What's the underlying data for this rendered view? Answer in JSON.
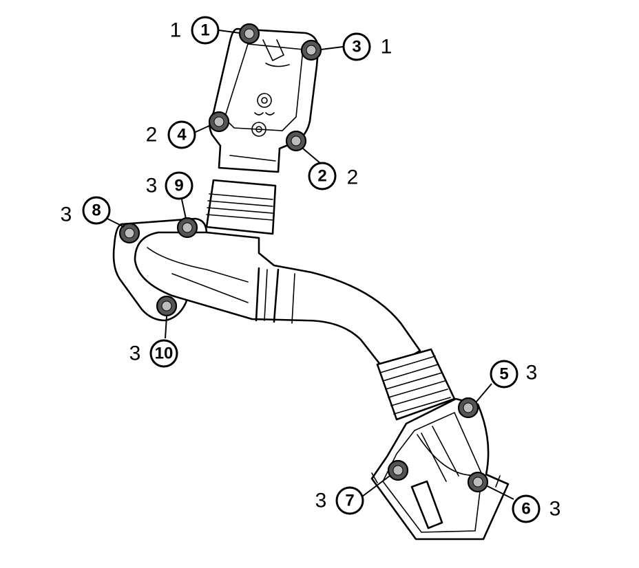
{
  "callouts": [
    {
      "id": "1",
      "label": "1",
      "step": "1"
    },
    {
      "id": "2",
      "label": "2",
      "step": "2"
    },
    {
      "id": "3",
      "label": "3",
      "step": "1"
    },
    {
      "id": "4",
      "label": "4",
      "step": "2"
    },
    {
      "id": "5",
      "label": "5",
      "step": "3"
    },
    {
      "id": "6",
      "label": "6",
      "step": "3"
    },
    {
      "id": "7",
      "label": "7",
      "step": "3"
    },
    {
      "id": "8",
      "label": "8",
      "step": "3"
    },
    {
      "id": "9",
      "label": "9",
      "step": "3"
    },
    {
      "id": "10",
      "label": "10",
      "step": "3"
    }
  ],
  "colors": {
    "ink": "#000000",
    "background": "#ffffff",
    "bolt": "#555555"
  },
  "icons": {
    "fastener": "bolt-icon"
  }
}
